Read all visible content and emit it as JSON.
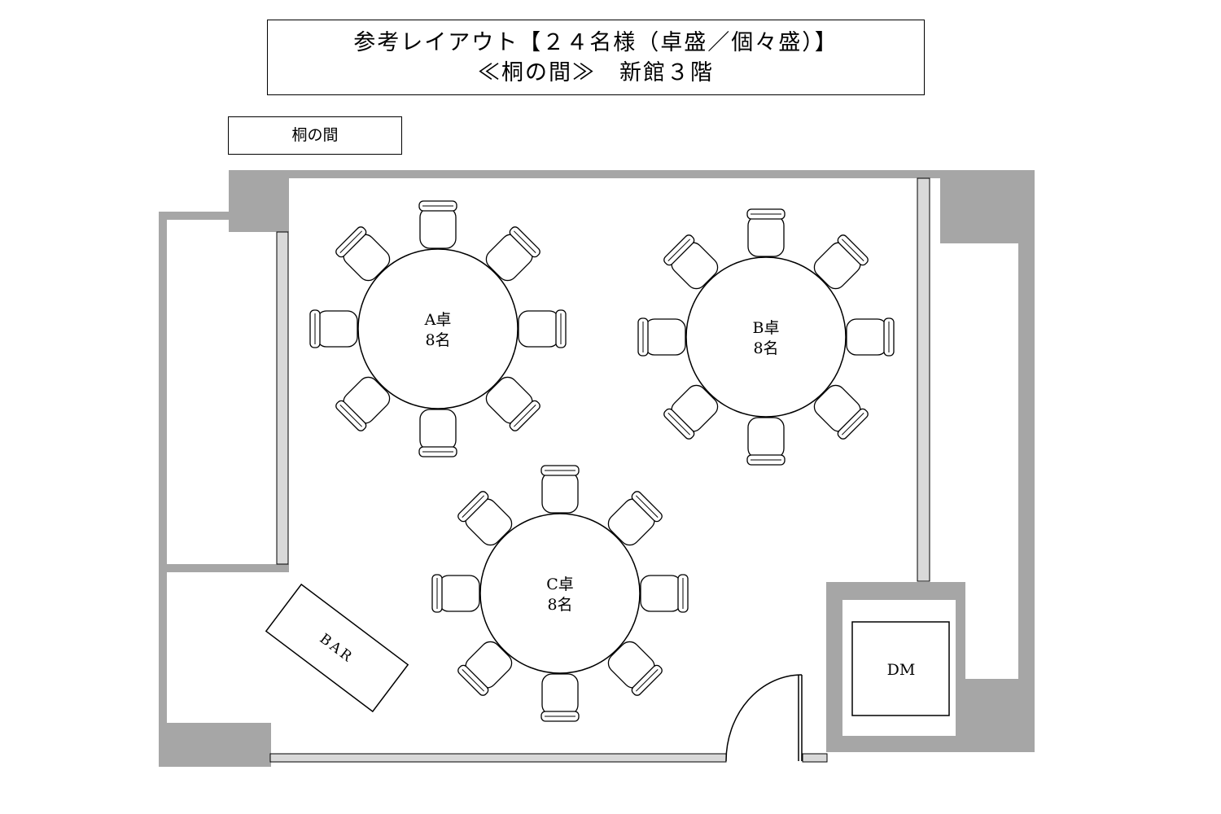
{
  "title": {
    "line1": "参考レイアウト【２４名様（卓盛／個々盛）】",
    "line2": "≪桐の間≫　新館３階"
  },
  "room_label": "桐の間",
  "tables": [
    {
      "id": "A",
      "name": "A卓",
      "seats": "8名",
      "chairs": 8
    },
    {
      "id": "B",
      "name": "B卓",
      "seats": "8名",
      "chairs": 8
    },
    {
      "id": "C",
      "name": "C卓",
      "seats": "8名",
      "chairs": 8
    }
  ],
  "bar_label": "BAR",
  "dm_label": "DM",
  "colors": {
    "wall": "#a6a6a6",
    "partition": "#d9d9d9",
    "line": "#000000"
  }
}
